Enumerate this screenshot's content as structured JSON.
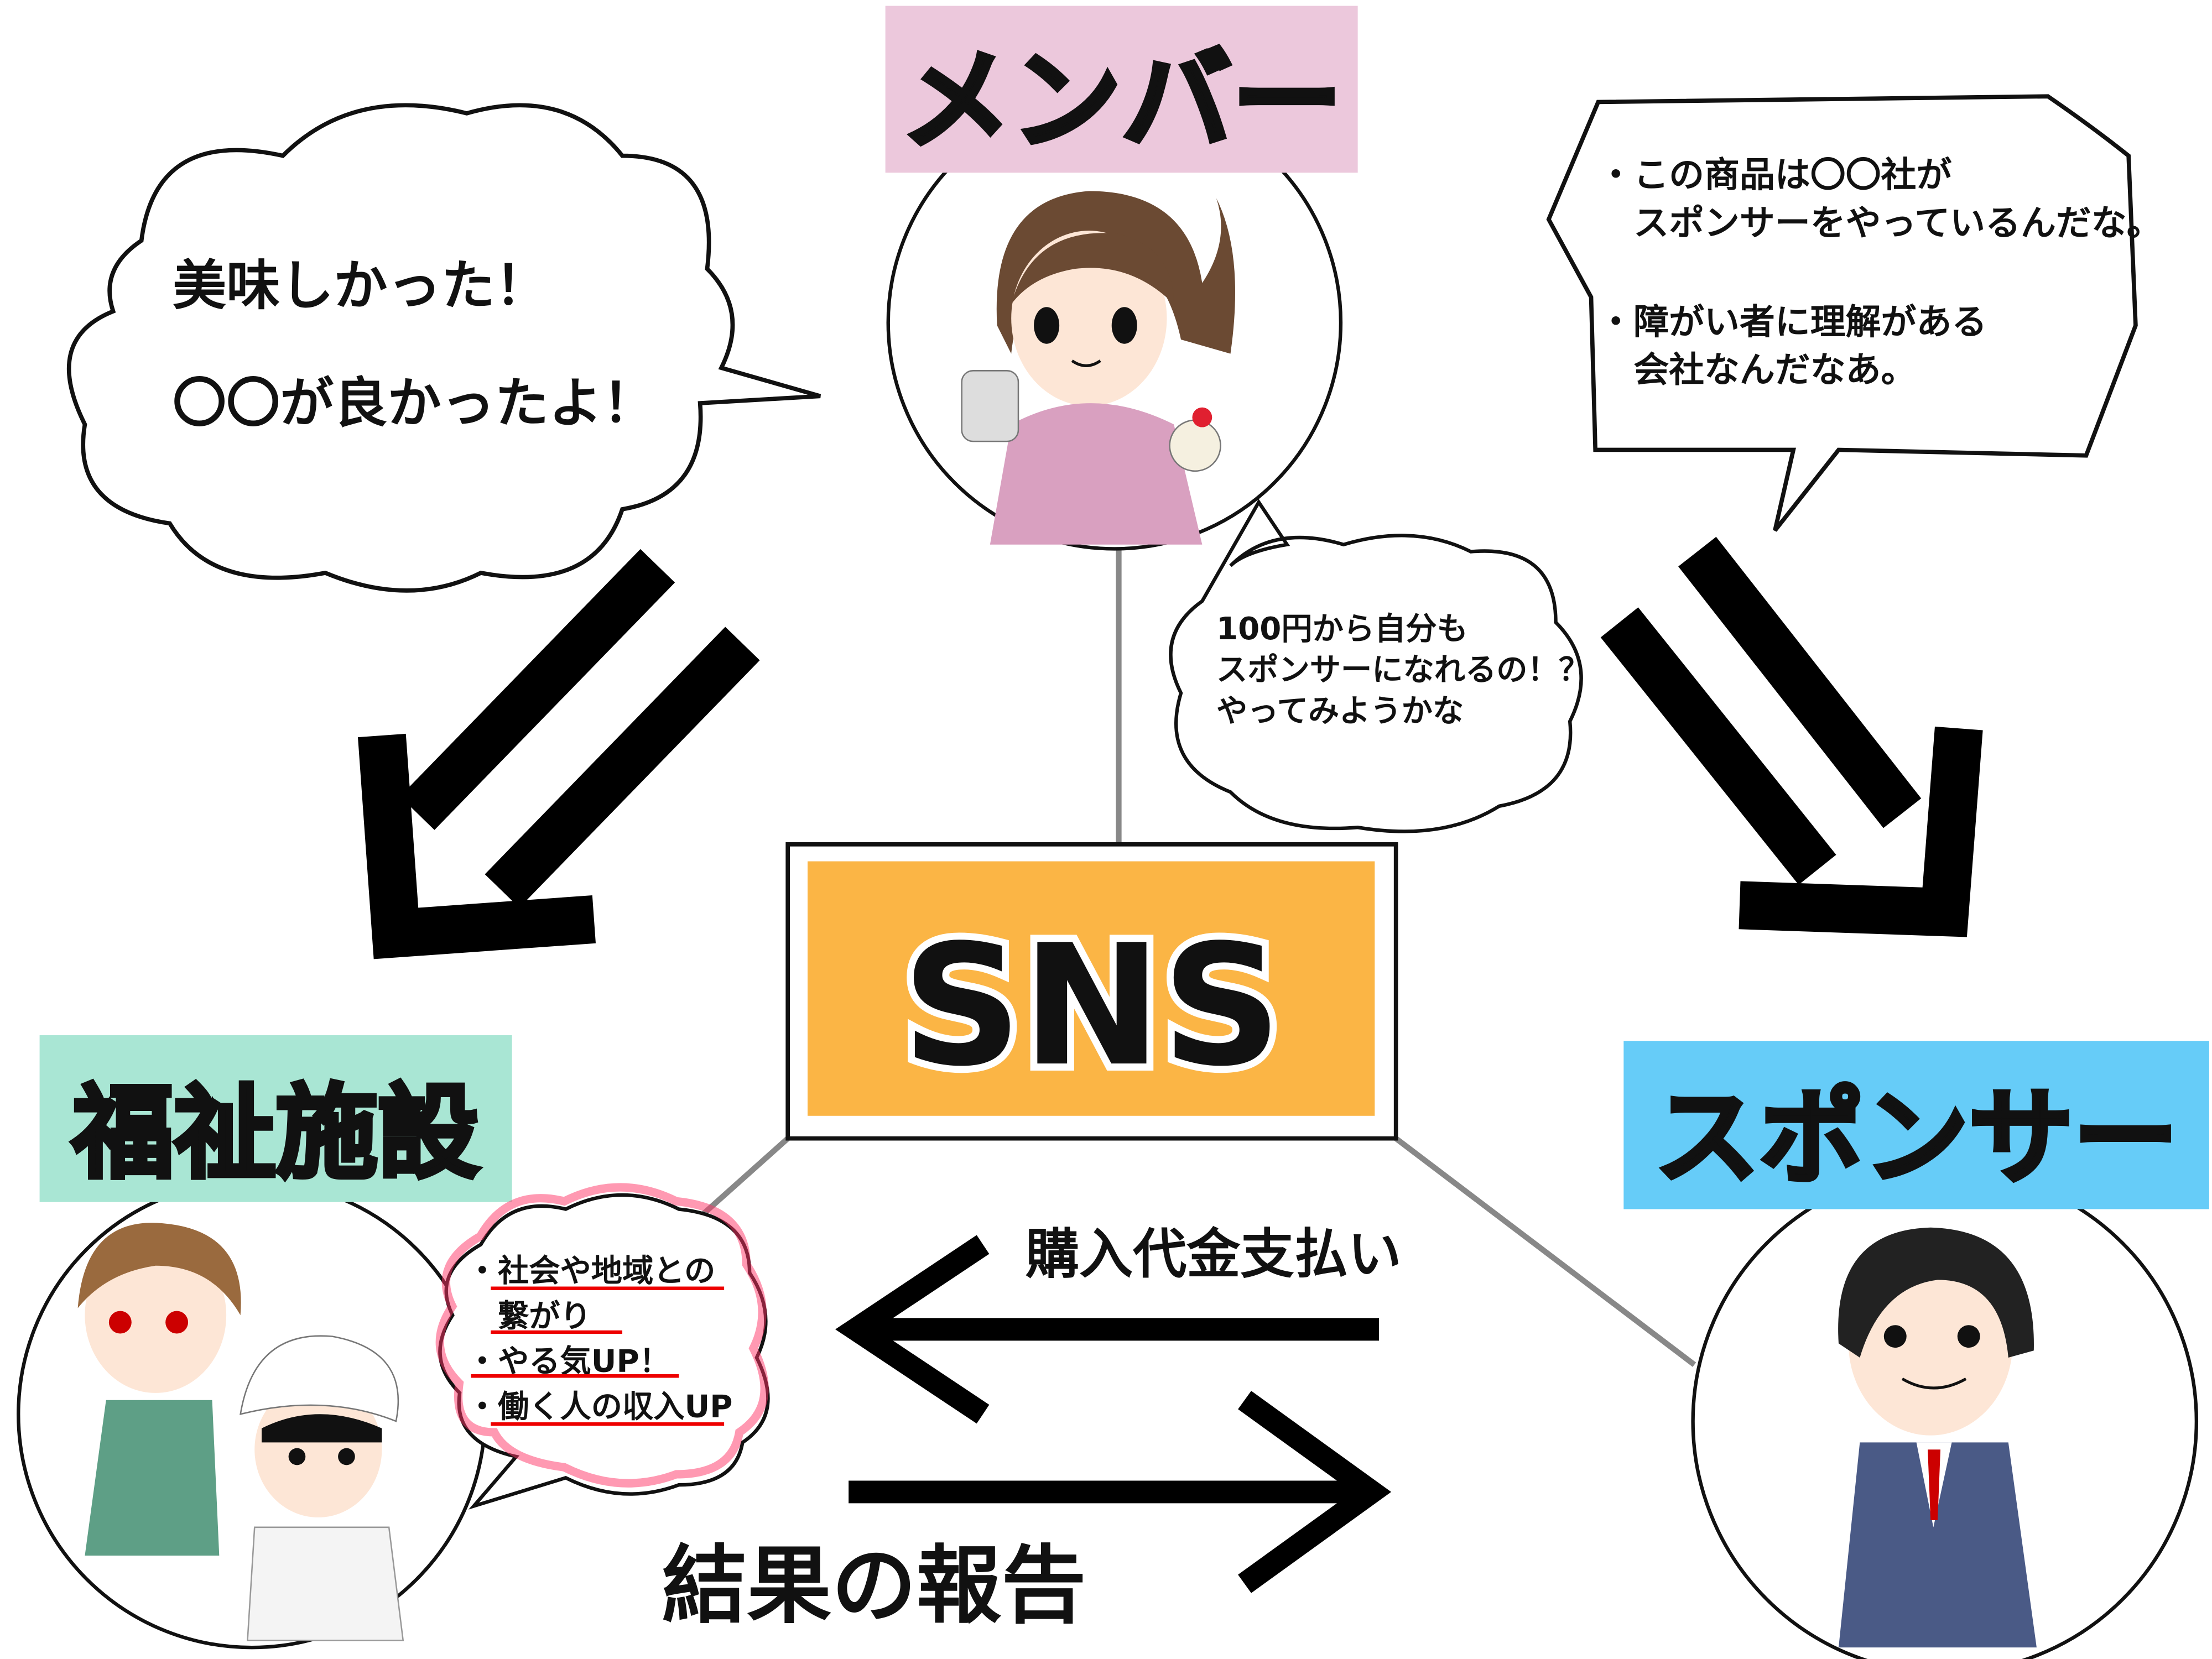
{
  "member": {
    "label": "メンバー",
    "color": "#ecc8dc"
  },
  "welfare": {
    "label": "福祉施設",
    "color": "#a9e6d4"
  },
  "sponsor": {
    "label": "スポンサー",
    "color": "#66ccf8"
  },
  "sns": {
    "label": "SNS",
    "color": "#fbb545"
  },
  "left_bubble": {
    "lines": [
      "美味しかった！",
      "〇〇が良かったよ！"
    ]
  },
  "right_bubble": {
    "lines": [
      "・この商品は〇〇社が",
      "　スポンサーをやっているんだな。",
      "・障がい者に理解がある",
      "　会社なんだなあ。"
    ]
  },
  "small_bubble": {
    "lines": [
      "100円から自分も",
      "スポンサーになれるの！？",
      "やってみようかな"
    ]
  },
  "welfare_bubble": {
    "lines": [
      "・社会や地域との",
      "　繋がり",
      "・やる気UP！",
      "・働く人の収入UP"
    ]
  },
  "flows": {
    "payment": "購入代金支払い",
    "report": "結果の報告"
  }
}
